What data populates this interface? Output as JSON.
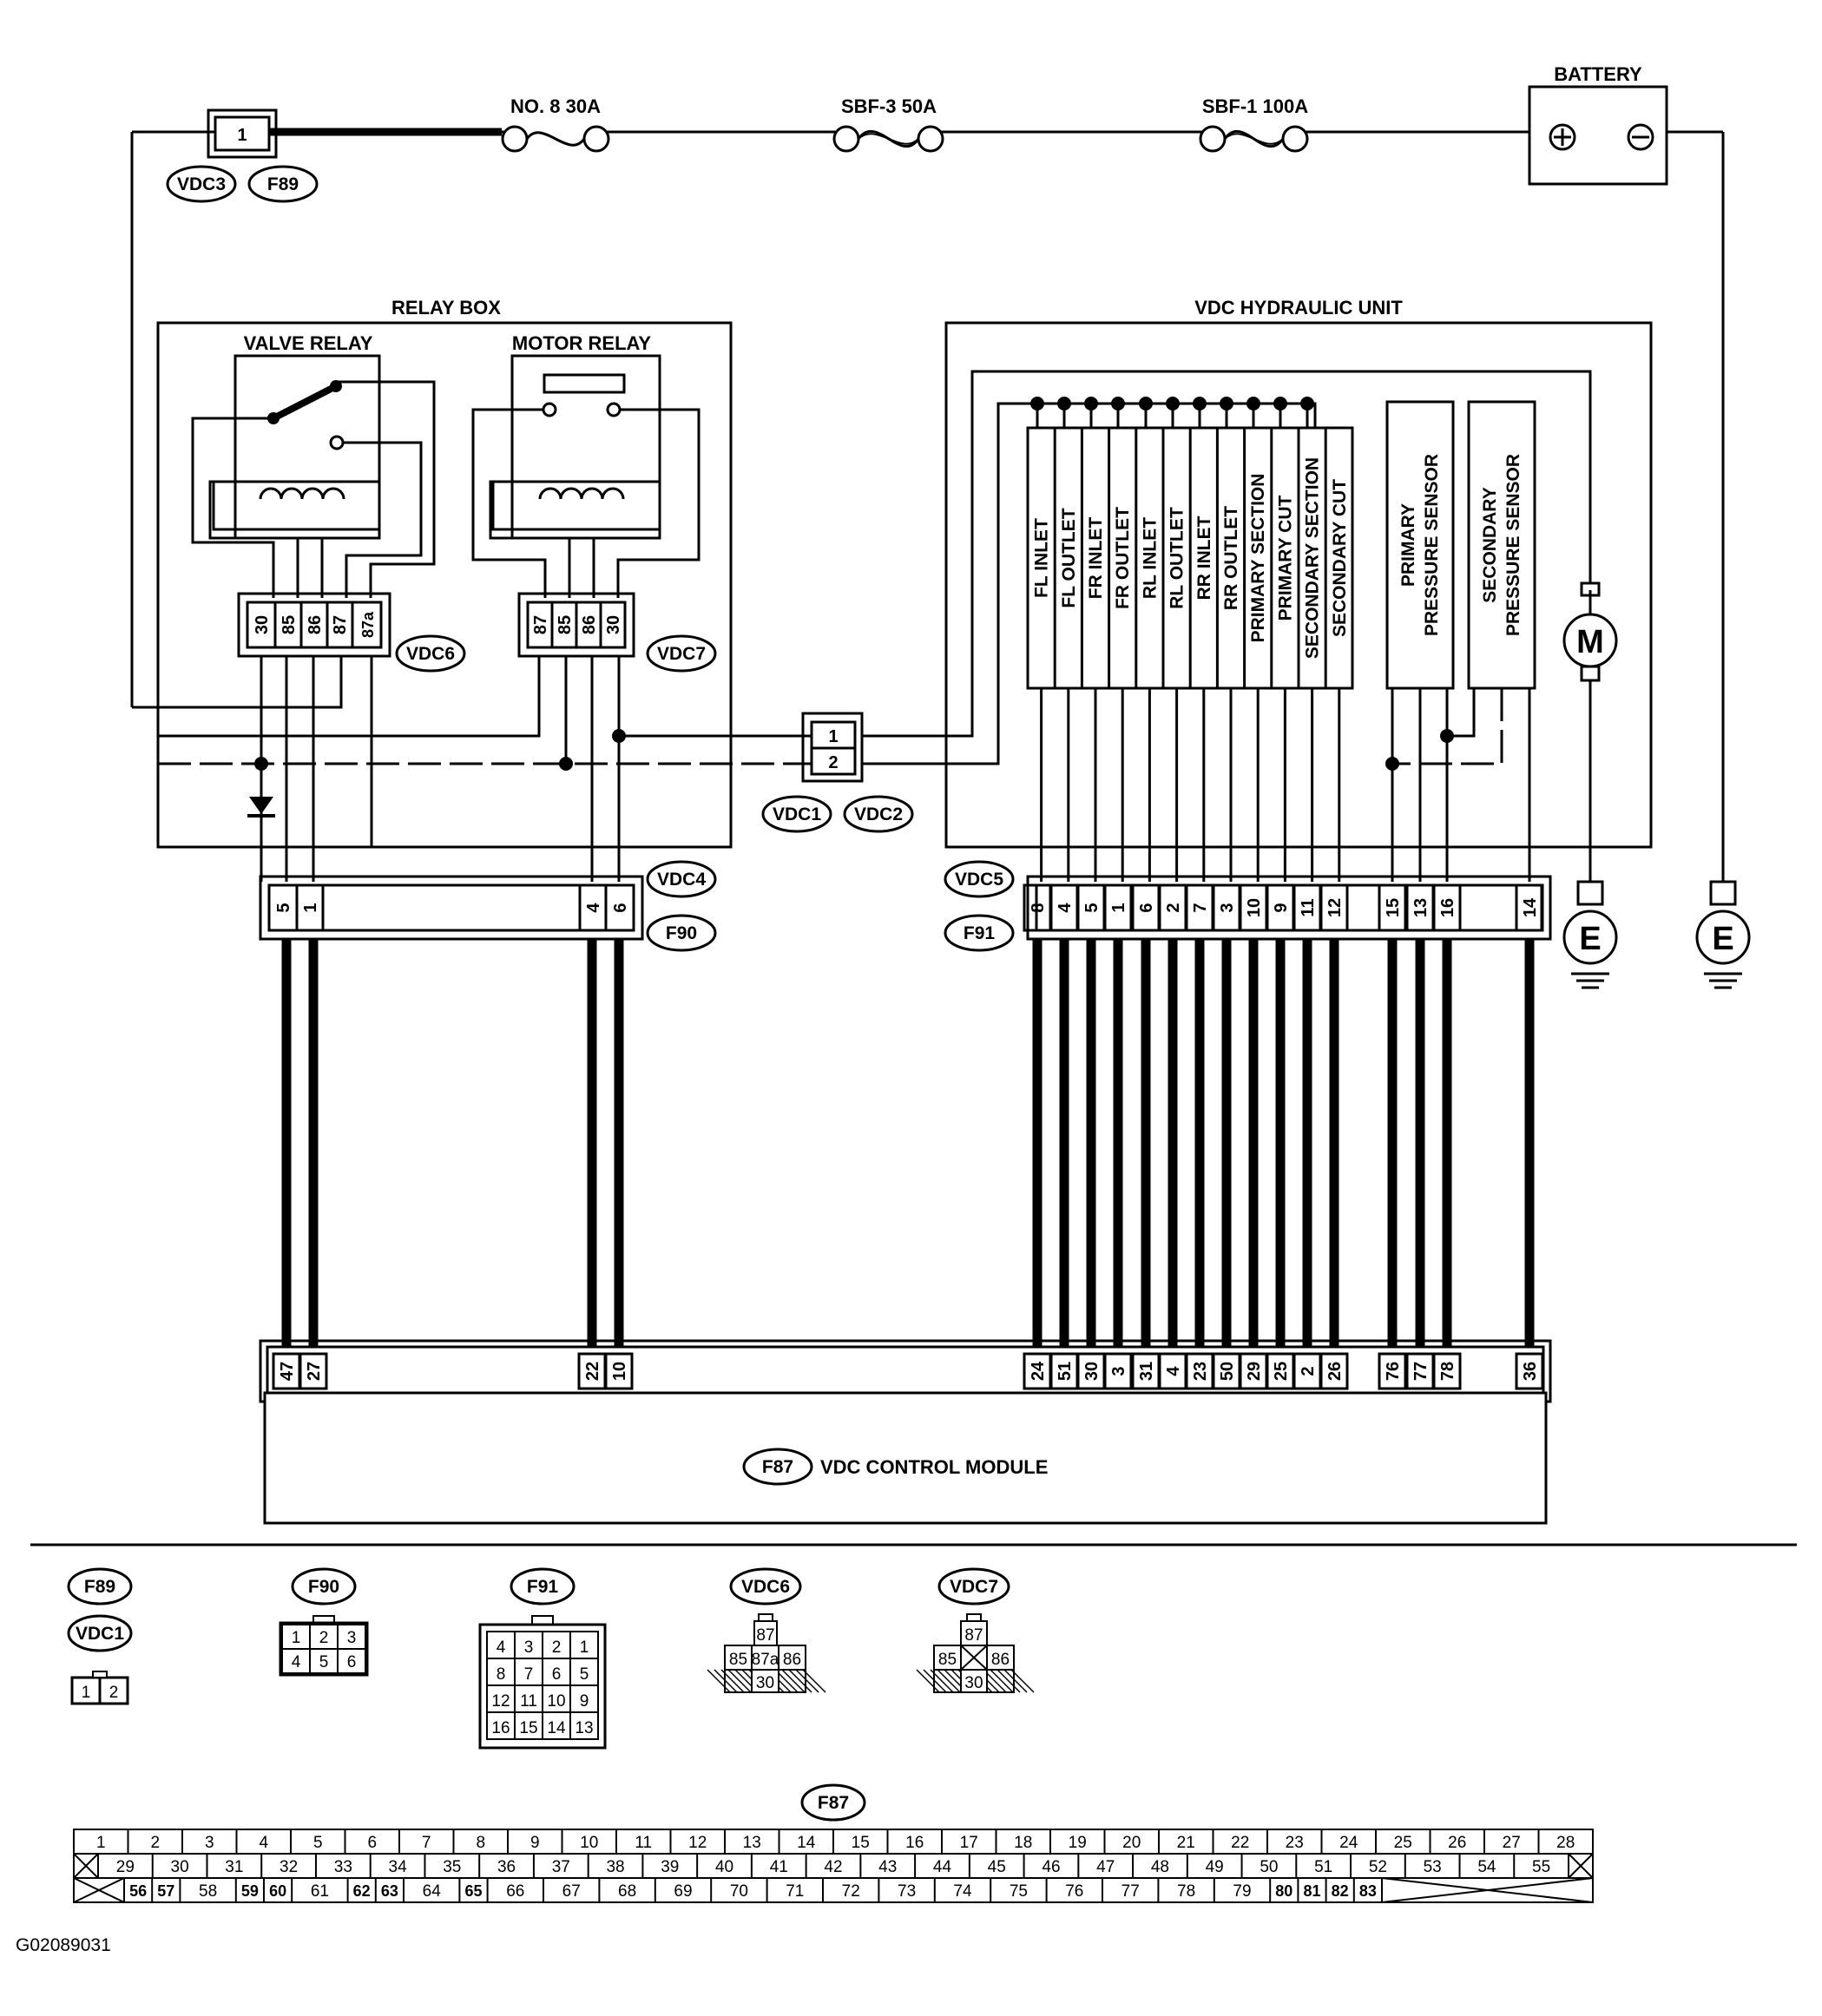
{
  "power": {
    "battery_label": "BATTERY",
    "fuse1": "NO. 8 30A",
    "fuse2": "SBF-3 50A",
    "fuse3": "SBF-1 100A",
    "top_conn_pin": "1",
    "tag_vdc3": "VDC3",
    "tag_f89": "F89"
  },
  "relay_box": {
    "title": "RELAY BOX",
    "valve_relay": "VALVE RELAY",
    "motor_relay": "MOTOR RELAY",
    "vdc6_pins": [
      "30",
      "85",
      "86",
      "87",
      "87a"
    ],
    "vdc7_pins": [
      "87",
      "85",
      "86",
      "30"
    ],
    "tag_vdc6": "VDC6",
    "tag_vdc7": "VDC7"
  },
  "mid_connector": {
    "pins": [
      "1",
      "2"
    ],
    "tag_vdc1": "VDC1",
    "tag_vdc2": "VDC2"
  },
  "hydraulic_unit": {
    "title": "VDC HYDRAULIC UNIT",
    "solenoids": [
      "FL INLET",
      "FL OUTLET",
      "FR INLET",
      "FR OUTLET",
      "RL INLET",
      "RL OUTLET",
      "RR INLET",
      "RR OUTLET",
      "PRIMARY SECTION",
      "PRIMARY CUT",
      "SECONDARY SECTION",
      "SECONDARY CUT"
    ],
    "sensor1": [
      "PRIMARY",
      "PRESSURE SENSOR"
    ],
    "sensor2": [
      "SECONDARY",
      "PRESSURE SENSOR"
    ],
    "motor": "M",
    "ground": "E"
  },
  "f90_f91": {
    "tag_vdc4": "VDC4",
    "tag_f90": "F90",
    "tag_vdc5": "VDC5",
    "tag_f91": "F91",
    "f90_pins": [
      "5",
      "1",
      "4",
      "6"
    ],
    "f91_pins": [
      "8",
      "4",
      "5",
      "1",
      "6",
      "2",
      "7",
      "3",
      "10",
      "9",
      "11",
      "12",
      "15",
      "13",
      "16",
      "14"
    ]
  },
  "control_module": {
    "label": "VDC CONTROL MODULE",
    "tag": "F87",
    "pins_left": [
      "47",
      "27",
      "22",
      "10"
    ],
    "pins_right": [
      "24",
      "51",
      "30",
      "3",
      "31",
      "4",
      "23",
      "50",
      "29",
      "25",
      "2",
      "26",
      "76",
      "77",
      "78",
      "36"
    ]
  },
  "legend": {
    "f89": "F89",
    "vdc1": "VDC1",
    "f89_pins": [
      "1",
      "2"
    ],
    "f90": "F90",
    "f90_pins": [
      "1",
      "2",
      "3",
      "4",
      "5",
      "6"
    ],
    "f91": "F91",
    "f91_pins": [
      "4",
      "3",
      "2",
      "1",
      "8",
      "7",
      "6",
      "5",
      "12",
      "11",
      "10",
      "9",
      "16",
      "15",
      "14",
      "13"
    ],
    "vdc6": "VDC6",
    "vdc6_pins": [
      "87",
      "85",
      "87a",
      "86",
      "30"
    ],
    "vdc7": "VDC7",
    "vdc7_pins": [
      "87",
      "85",
      "86",
      "30"
    ],
    "f87": "F87",
    "f87_row1": [
      "1",
      "2",
      "3",
      "4",
      "5",
      "6",
      "7",
      "8",
      "9",
      "10",
      "11",
      "12",
      "13",
      "14",
      "15",
      "16",
      "17",
      "18",
      "19",
      "20",
      "21",
      "22",
      "23",
      "24",
      "25",
      "26",
      "27",
      "28"
    ],
    "f87_row2": [
      "29",
      "30",
      "31",
      "32",
      "33",
      "34",
      "35",
      "36",
      "37",
      "38",
      "39",
      "40",
      "41",
      "42",
      "43",
      "44",
      "45",
      "46",
      "47",
      "48",
      "49",
      "50",
      "51",
      "52",
      "53",
      "54",
      "55"
    ],
    "f87_row3": [
      "56",
      "57",
      "58",
      "59",
      "60",
      "61",
      "62",
      "63",
      "64",
      "65",
      "66",
      "67",
      "68",
      "69",
      "70",
      "71",
      "72",
      "73",
      "74",
      "75",
      "76",
      "77",
      "78",
      "79",
      "80",
      "81",
      "82",
      "83"
    ]
  },
  "figure_id": "G02089031"
}
